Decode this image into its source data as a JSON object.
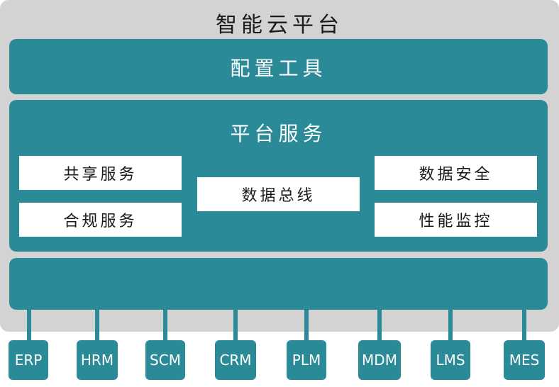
{
  "platform": {
    "title": "智能云平台"
  },
  "config_tools": {
    "title": "配置工具"
  },
  "platform_services": {
    "title": "平台服务",
    "shared_service": "共享服务",
    "compliance_service": "合规服务",
    "data_bus": "数据总线",
    "data_security": "数据安全",
    "performance_monitoring": "性能监控"
  },
  "systems": [
    "ERP",
    "HRM",
    "SCM",
    "CRM",
    "PLM",
    "MDM",
    "LMS",
    "MES"
  ],
  "colors": {
    "teal": "#2b8a98",
    "frame_gray": "#d3d3d3",
    "box_white": "#ffffff"
  }
}
